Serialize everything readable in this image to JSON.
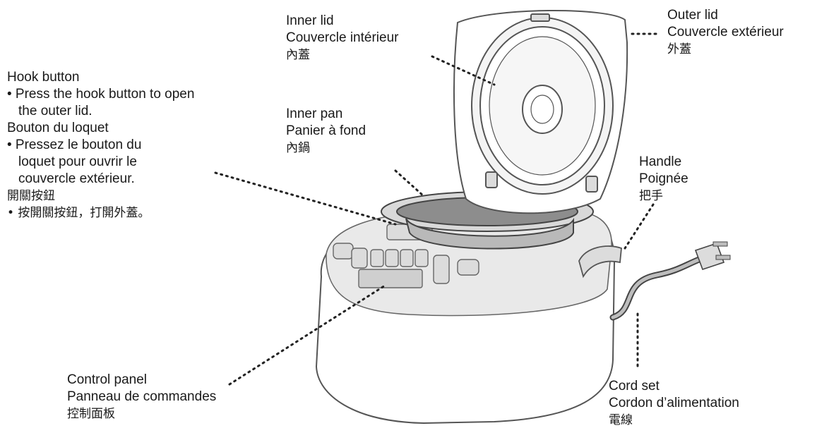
{
  "inner_lid": {
    "en": "Inner lid",
    "fr": "Couvercle intérieur",
    "zh": "內蓋"
  },
  "outer_lid": {
    "en": "Outer lid",
    "fr": "Couvercle extérieur",
    "zh": "外蓋"
  },
  "hook_button": {
    "en": "Hook button",
    "en_bullet_1": "• Press the hook button to open",
    "en_bullet_2": "the outer lid.",
    "fr": "Bouton du loquet",
    "fr_bullet_1": "• Pressez le bouton du",
    "fr_bullet_2": "loquet pour ouvrir le",
    "fr_bullet_3": "couvercle   extérieur.",
    "zh": "開關按鈕",
    "zh_bullet": "• 按開關按鈕，打開外蓋。"
  },
  "inner_pan": {
    "en": "Inner pan",
    "fr": "Panier à fond",
    "zh": "內鍋"
  },
  "handle": {
    "en": "Handle",
    "fr": "Poignée",
    "zh": "把手"
  },
  "control_panel": {
    "en": "Control panel",
    "fr": "Panneau de commandes",
    "zh": "控制面板"
  },
  "cord_set": {
    "en": "Cord set",
    "fr": "Cordon d’alimentation",
    "zh": "電線"
  }
}
